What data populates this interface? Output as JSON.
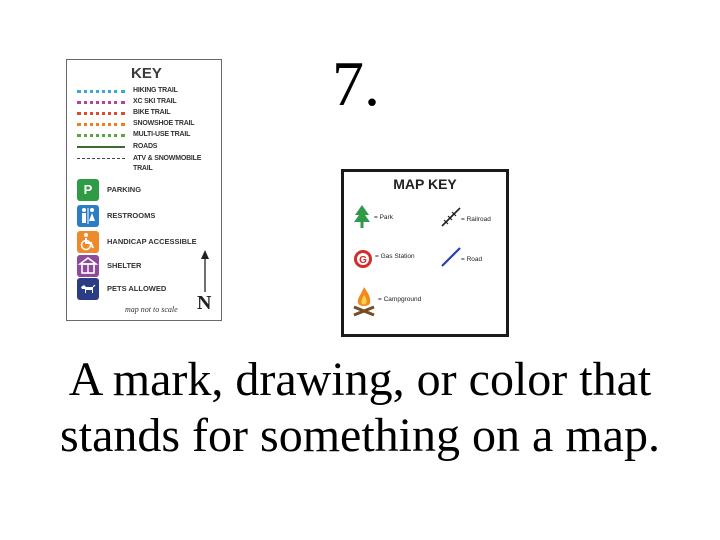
{
  "slide": {
    "number": "7.",
    "definition": "A mark, drawing, or color that stands for something on a map."
  },
  "trail_key": {
    "title": "KEY",
    "trails": [
      {
        "label": "HIKING TRAIL",
        "color": "#3aa7dc",
        "style": "dotted"
      },
      {
        "label": "XC SKI TRAIL",
        "color": "#b1439a",
        "style": "dotted"
      },
      {
        "label": "BIKE TRAIL",
        "color": "#e2482e",
        "style": "dotted"
      },
      {
        "label": "SNOWSHOE TRAIL",
        "color": "#ee7d22",
        "style": "dotted"
      },
      {
        "label": "MULTI-USE TRAIL",
        "color": "#58a542",
        "style": "dotted"
      },
      {
        "label": "ROADS",
        "color": "#3b6b30",
        "style": "solid"
      },
      {
        "label": "ATV & SNOWMOBILE",
        "label_line2": "TRAIL",
        "color": "#444444",
        "style": "dashed"
      }
    ],
    "amenities": [
      {
        "label": "PARKING",
        "icon": "parking-icon",
        "color": "#2e9c47"
      },
      {
        "label": "RESTROOMS",
        "icon": "restroom-icon",
        "color": "#2b7ec4"
      },
      {
        "label": "HANDICAP ACCESSIBLE",
        "icon": "wheelchair-icon",
        "color": "#ee8a2a"
      },
      {
        "label": "SHELTER",
        "icon": "shelter-icon",
        "color": "#8e4a9c"
      },
      {
        "label": "PETS ALLOWED",
        "icon": "pet-icon",
        "color": "#2a3c86"
      }
    ],
    "north_label": "N",
    "scale_note": "map not to scale"
  },
  "map_key": {
    "title": "MAP KEY",
    "items": [
      {
        "label": "= Park",
        "icon": "tree-icon"
      },
      {
        "label": "= Railroad",
        "icon": "railroad-icon"
      },
      {
        "label": "= Gas Station",
        "icon": "gas-station-icon"
      },
      {
        "label": "= Road",
        "icon": "road-icon"
      },
      {
        "label": "= Campground",
        "icon": "campfire-icon"
      }
    ]
  }
}
